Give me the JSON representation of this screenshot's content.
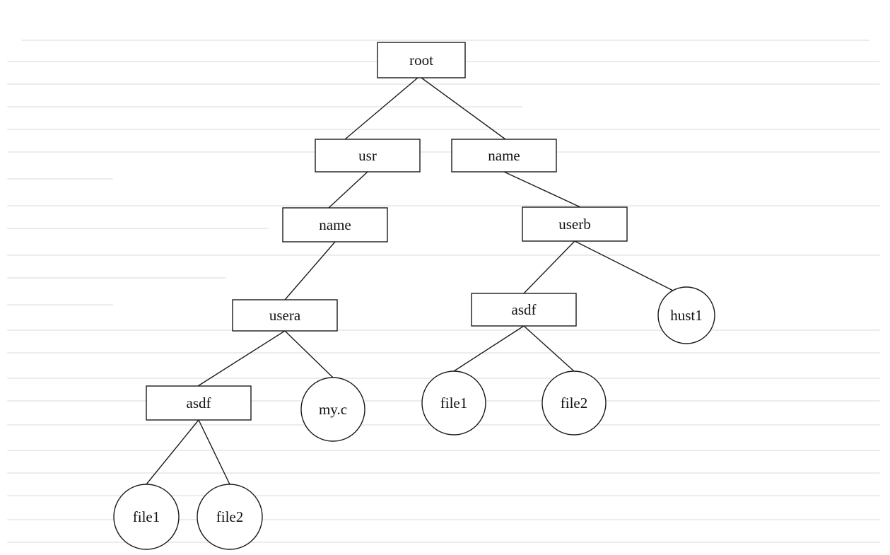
{
  "nodes": [
    {
      "id": "root",
      "label": "root",
      "shape": "box"
    },
    {
      "id": "usr",
      "label": "usr",
      "shape": "box"
    },
    {
      "id": "name_top",
      "label": "name",
      "shape": "box"
    },
    {
      "id": "name_usr",
      "label": "name",
      "shape": "box"
    },
    {
      "id": "userb",
      "label": "userb",
      "shape": "box"
    },
    {
      "id": "usera",
      "label": "usera",
      "shape": "box"
    },
    {
      "id": "asdf_b",
      "label": "asdf",
      "shape": "box"
    },
    {
      "id": "hust1",
      "label": "hust1",
      "shape": "circle"
    },
    {
      "id": "asdf_a",
      "label": "asdf",
      "shape": "box"
    },
    {
      "id": "myc",
      "label": "my.c",
      "shape": "circle"
    },
    {
      "id": "file1_b",
      "label": "file1",
      "shape": "circle"
    },
    {
      "id": "file2_b",
      "label": "file2",
      "shape": "circle"
    },
    {
      "id": "file1_a",
      "label": "file1",
      "shape": "circle"
    },
    {
      "id": "file2_a",
      "label": "file2",
      "shape": "circle"
    }
  ],
  "edges": [
    [
      "root",
      "usr"
    ],
    [
      "root",
      "name_top"
    ],
    [
      "usr",
      "name_usr"
    ],
    [
      "name_top",
      "userb"
    ],
    [
      "name_usr",
      "usera"
    ],
    [
      "userb",
      "asdf_b"
    ],
    [
      "userb",
      "hust1"
    ],
    [
      "usera",
      "asdf_a"
    ],
    [
      "usera",
      "myc"
    ],
    [
      "asdf_b",
      "file1_b"
    ],
    [
      "asdf_b",
      "file2_b"
    ],
    [
      "asdf_a",
      "file1_a"
    ],
    [
      "asdf_a",
      "file2_a"
    ]
  ],
  "colors": {
    "stroke": "#1a1a1a",
    "text": "#111111",
    "background": "#ffffff",
    "bleed_through": "#e3e3e3"
  }
}
